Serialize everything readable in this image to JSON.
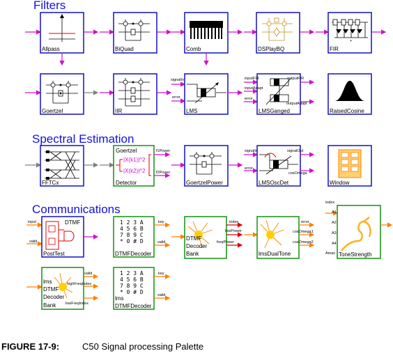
{
  "sections": {
    "filters": "Filters",
    "spectral": "Spectral Estimation",
    "communications": "Communications"
  },
  "blocks": {
    "allpass": "Allpass",
    "biquad": "BiQuad",
    "comb": "Comb",
    "dsplaybq": "DSPlayBQ",
    "fir": "FIR",
    "goertzel": "Goertzel",
    "iir": "IIR",
    "lms": "LMS",
    "lmsganged": "LMSGanged",
    "raisedcosine": "RaisedCosine",
    "fftcx": "FFTCx",
    "detector": "Detector",
    "goertzelpower": "GoertzelPower",
    "lmsoscdet": "LMSOscDet",
    "window": "Window",
    "posttest": "PostTest",
    "dtmfdecoder1": "DTMFDecoder",
    "dtmfdecoderbank": "Bank",
    "lmsdualtone": "lmsDualTone",
    "tonestrength": "ToneStrength",
    "lmsdtmfbank": "Bank",
    "lmsdtmfdecoder": "DTMFDecoder"
  },
  "inner": {
    "detector_top": "Goertzel",
    "detector_f1": "|X(k1)|^2",
    "detector_f2": "|X(k2)|^2",
    "posttest_dtmf": "DTMF",
    "bank_line1": "DTMF",
    "bank_line2": "Decoder",
    "lmsbank_line0": "lms",
    "lmsbank_line1": "DTMF",
    "lmsbank_line2": "Decoder",
    "lmsdecoder_lms": "lms",
    "keypad_r1": "1 2 3 A",
    "keypad_r2": "4 5 6 B",
    "keypad_r3": "7 8 9 C",
    "keypad_r4": "* 0 # D"
  },
  "ports": {
    "lms_signalin": "signalIn",
    "lms_error": "error",
    "lmsg_inputfir": "inputFIR",
    "lmsg_inputadapt": "inputAdapt",
    "lmsg_error": "error",
    "lmsg_outputfir": "outputFIR",
    "lmsg_outputadapt": "outputAdapt",
    "det_f1power": "f1Power",
    "det_f2power": "f2Power",
    "osc_signalin": "signalIn",
    "osc_error": "error",
    "osc_signalout": "signalOut",
    "osc_cosomega": "cosOmega",
    "pt_input": "input",
    "pt_valid": "valid",
    "dec_key": "key",
    "dec_valid": "valid",
    "bank_index": "index",
    "bank_lowpower": "lowPower",
    "bank_freqpower": "freqPower",
    "dt_error": "error",
    "dt_cosomega1": "cosOmega1",
    "dt_cosomega2": "cosOmega2",
    "ts_index": "index",
    "ts_a1": "A1",
    "ts_a2": "A2",
    "ts_a3": "A3",
    "ts_a4": "A4",
    "ts_amax": "Amax",
    "lb_valid": "valid",
    "lb_highfreqindex": "highFreqIndex",
    "lb_lowfreqindex": "lowFreqIndex",
    "ld_key": "key",
    "ld_valid": "valid"
  },
  "caption": {
    "label": "FIGURE 17-9:",
    "text": "C50 Signal processing Palette"
  },
  "colors": {
    "section": "#1010e0",
    "port_input": "#d010d0",
    "port_output": "#ff8000",
    "box_blue": "#1010c0",
    "box_green": "#109010",
    "dsplay": "#c09020",
    "red": "#e00000",
    "yellow": "#ffd000"
  }
}
